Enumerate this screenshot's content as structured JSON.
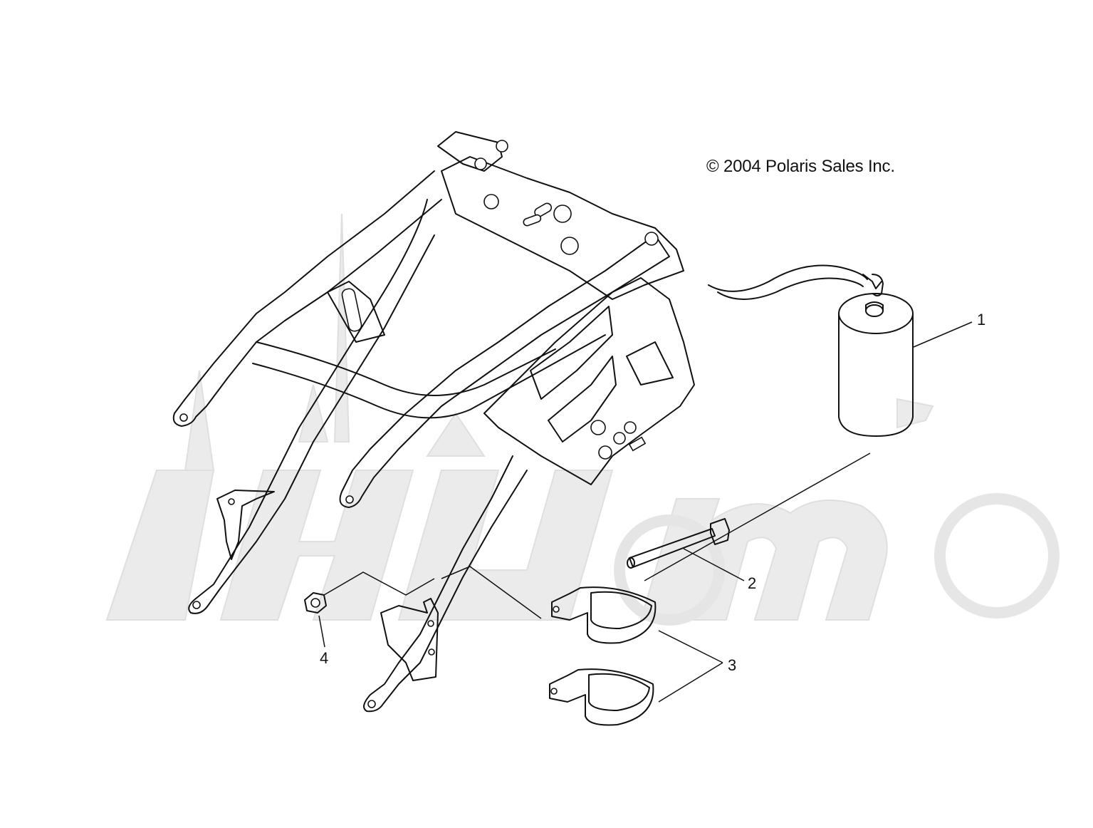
{
  "copyright": "© 2004 Polaris Sales Inc.",
  "callouts": [
    {
      "id": "1",
      "label": "1"
    },
    {
      "id": "2",
      "label": "2"
    },
    {
      "id": "3",
      "label": "3"
    },
    {
      "id": "4",
      "label": "4"
    }
  ],
  "parts": {
    "frame": "rear-subframe",
    "canister": "evap-canister",
    "bolt": "bolt",
    "clamps": "mounting-clamps",
    "nut": "nut"
  },
  "colors": {
    "line": "#111111",
    "background": "#ffffff",
    "watermark": "#e9e9e9"
  }
}
